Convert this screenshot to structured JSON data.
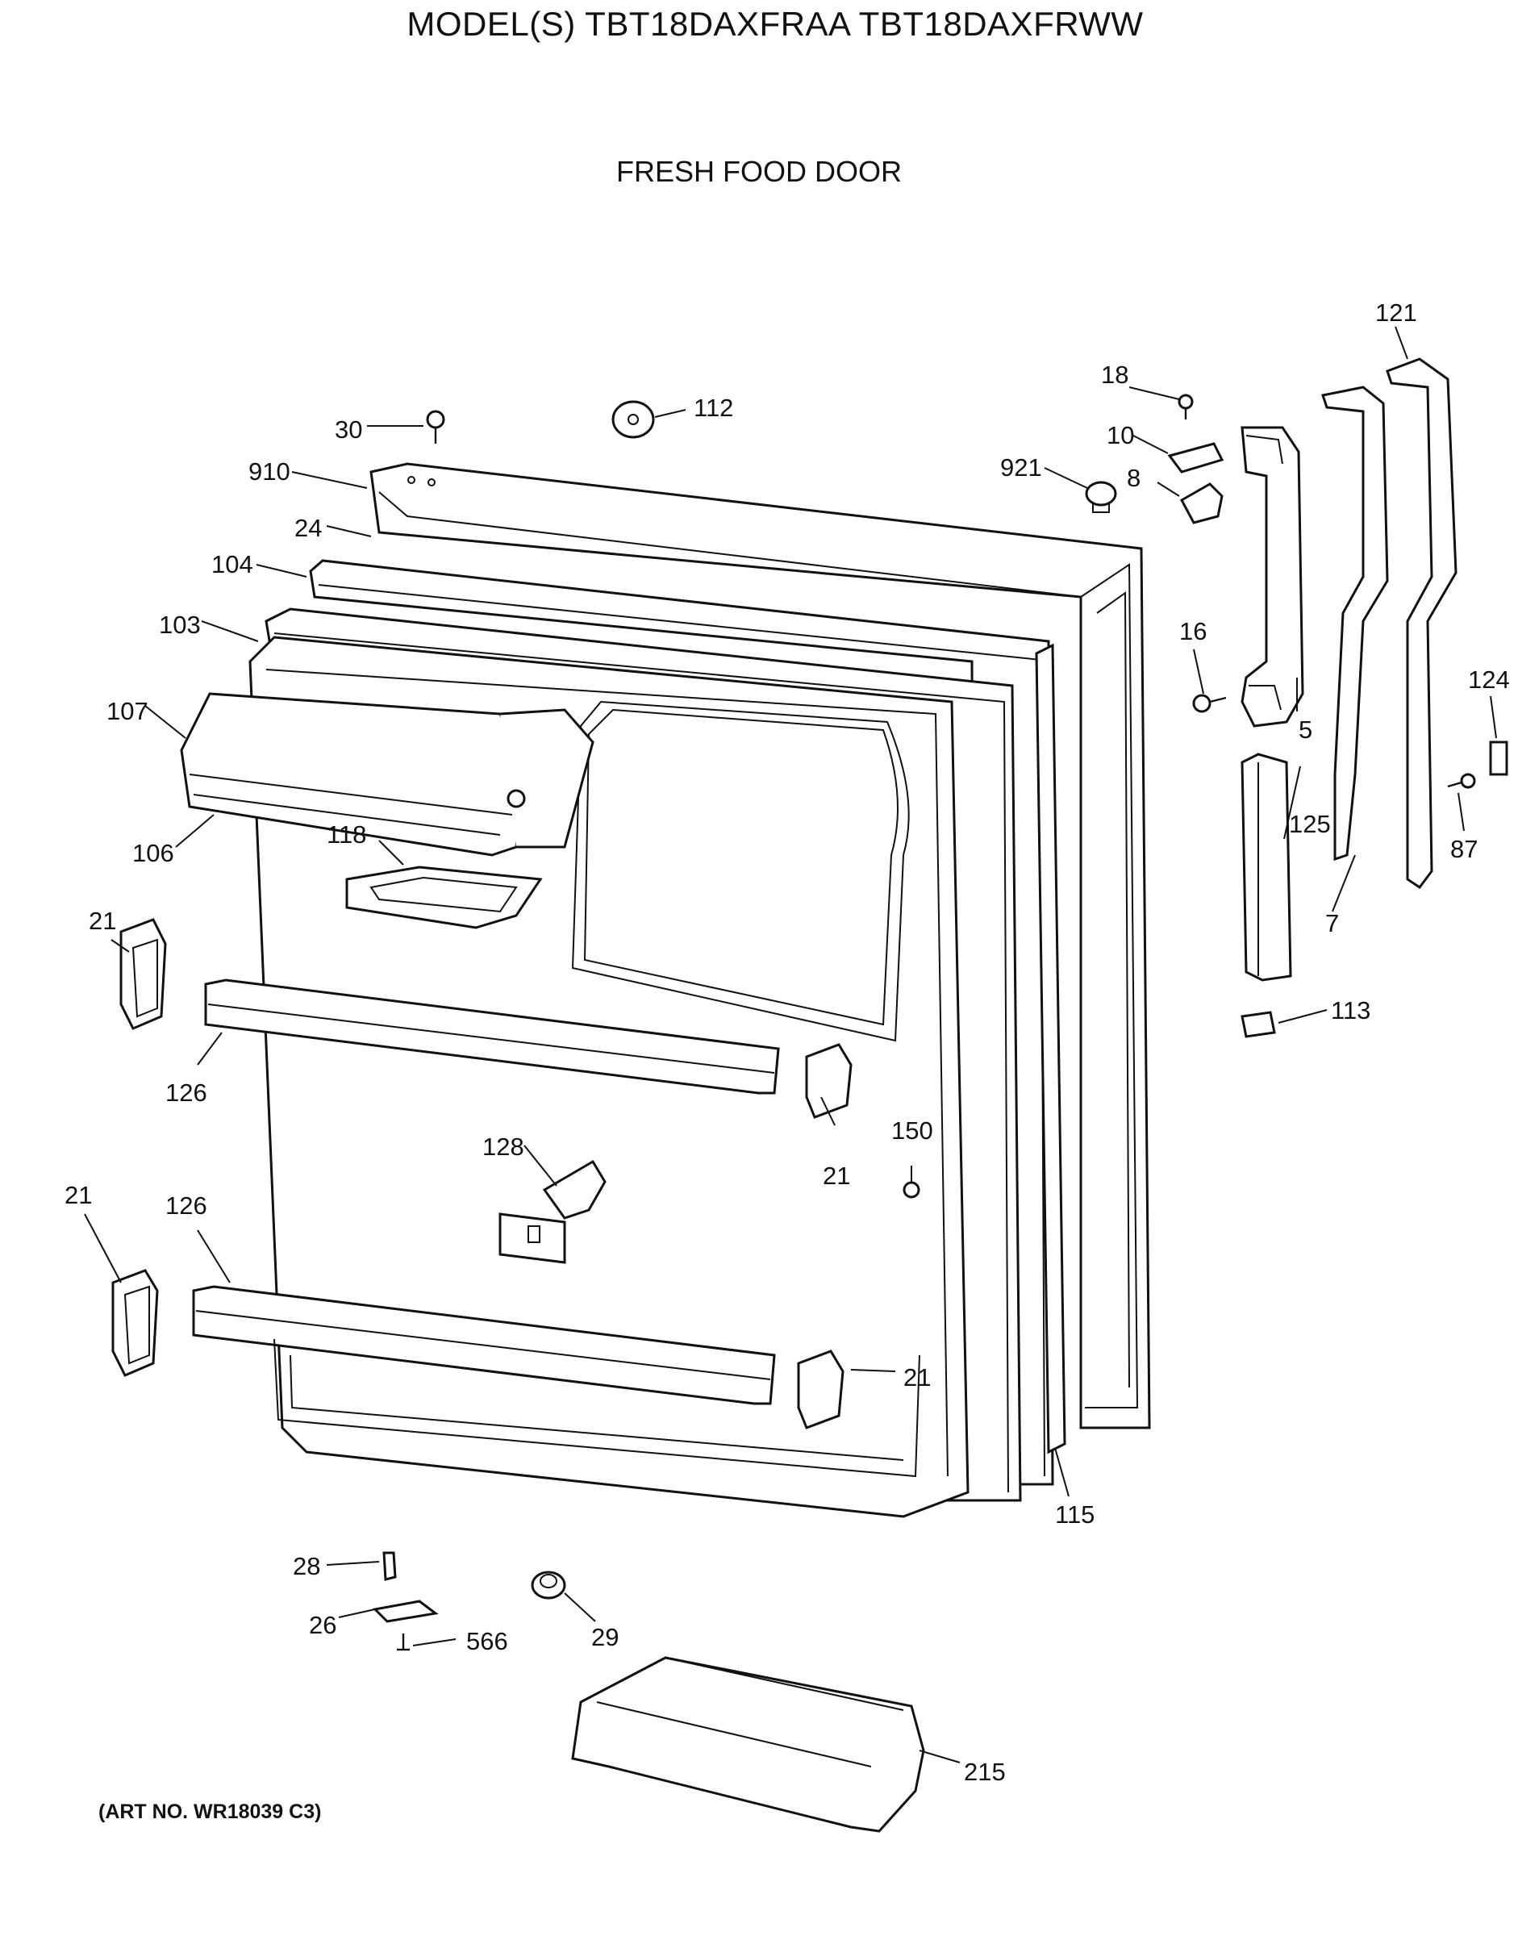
{
  "header": {
    "model_title": "MODEL(S) TBT18DAXFRAA  TBT18DAXFRWW",
    "section_title": "FRESH FOOD DOOR"
  },
  "footer": {
    "art_number": "(ART NO. WR18039 C3)"
  },
  "callouts": {
    "c30": "30",
    "c112": "112",
    "c910": "910",
    "c24": "24",
    "c104": "104",
    "c103": "103",
    "c107": "107",
    "c106": "106",
    "c118": "118",
    "c21a": "21",
    "c126a": "126",
    "c21b": "21",
    "c128": "128",
    "c150": "150",
    "c21c": "21",
    "c126b": "126",
    "c21d": "21",
    "c115": "115",
    "c28": "28",
    "c26": "26",
    "c566": "566",
    "c29": "29",
    "c215": "215",
    "c18": "18",
    "c10": "10",
    "c921": "921",
    "c8": "8",
    "c16": "16",
    "c5": "5",
    "c121": "121",
    "c124": "124",
    "c125": "125",
    "c87": "87",
    "c7": "7",
    "c113": "113"
  }
}
